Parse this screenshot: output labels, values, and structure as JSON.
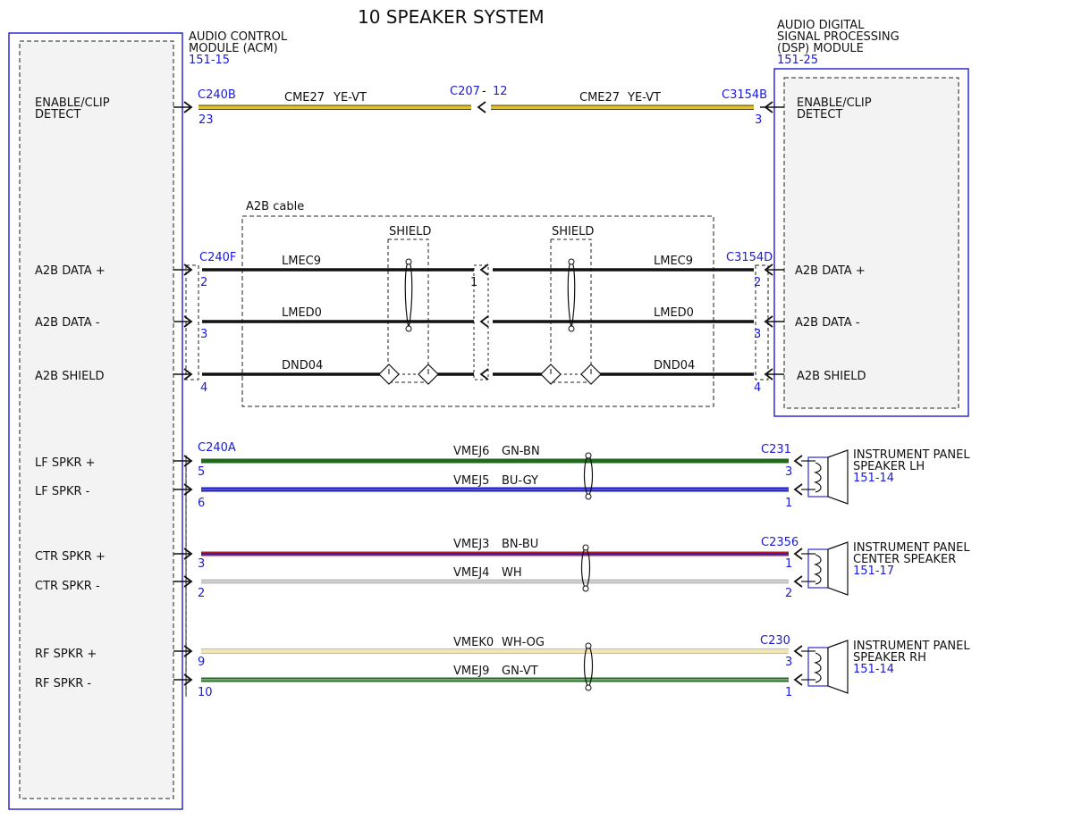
{
  "title": "10 SPEAKER SYSTEM",
  "colors": {
    "module_border": "#2b2bd6",
    "connector_text": "#1a1ad6",
    "yellow": "#e8c21a",
    "green": "#1e6b1e",
    "blue": "#1a1ad6",
    "red": "#b0202a",
    "white": "#cfcfcf",
    "cream": "#f2e6b0",
    "black": "#111111"
  },
  "acm": {
    "name_line1": "AUDIO CONTROL",
    "name_line2": "MODULE (ACM)",
    "ref": "151-15",
    "pins": {
      "enable_line1": "ENABLE/CLIP",
      "enable_line2": "DETECT",
      "a2b_data_plus": "A2B DATA +",
      "a2b_data_minus": "A2B DATA -",
      "a2b_shield": "A2B SHIELD",
      "lf_plus": "LF SPKR +",
      "lf_minus": "LF SPKR -",
      "ctr_plus": "CTR SPKR +",
      "ctr_minus": "CTR SPKR -",
      "rf_plus": "RF SPKR +",
      "rf_minus": "RF SPKR -"
    }
  },
  "dsp": {
    "name_line1": "AUDIO DIGITAL",
    "name_line2": "SIGNAL PROCESSING",
    "name_line3": "(DSP) MODULE",
    "ref": "151-25",
    "pins": {
      "enable_line1": "ENABLE/CLIP",
      "enable_line2": "DETECT",
      "a2b_data_plus": "A2B DATA +",
      "a2b_data_minus": "A2B DATA -",
      "a2b_shield": "A2B SHIELD"
    }
  },
  "connectors": {
    "c240b": "C240B",
    "c207": "C207",
    "c207_dash": "-",
    "c207_pin": "12",
    "c3154b": "C3154B",
    "c240f": "C240F",
    "c3154d": "C3154D",
    "c240a": "C240A",
    "c231": "C231",
    "c2356": "C2356",
    "c230": "C230"
  },
  "pins": {
    "p23": "23",
    "p3a": "3",
    "p2a": "2",
    "p1mid": "1",
    "p2b": "2",
    "p3b": "3",
    "p3c": "3",
    "p4a": "4",
    "p4b": "4",
    "p5": "5",
    "p6": "6",
    "p3d": "3",
    "p1a": "1",
    "p3e": "3",
    "p2c": "2",
    "p1b": "1",
    "p2d": "2",
    "p9": "9",
    "p10": "10",
    "p3f": "3",
    "p1c": "1"
  },
  "circuits": {
    "cme27_left": "CME27",
    "ye_vt_left": "YE-VT",
    "cme27_right": "CME27",
    "ye_vt_right": "YE-VT",
    "lmec9_left": "LMEC9",
    "lmec9_right": "LMEC9",
    "lmed0_left": "LMED0",
    "lmed0_right": "LMED0",
    "dnd04_left": "DND04",
    "dnd04_right": "DND04",
    "vmej6": "VMEJ6",
    "gn_bn": "GN-BN",
    "vmej5": "VMEJ5",
    "bu_gy": "BU-GY",
    "vmej3": "VMEJ3",
    "bn_bu": "BN-BU",
    "vmej4": "VMEJ4",
    "wh": "WH",
    "vmek0": "VMEK0",
    "wh_og": "WH-OG",
    "vmej9": "VMEJ9",
    "gn_vt": "GN-VT"
  },
  "a2b": {
    "cable_label": "A2B cable",
    "shield_left": "SHIELD",
    "shield_right": "SHIELD"
  },
  "speakers": {
    "lh_line1": "INSTRUMENT PANEL",
    "lh_line2": "SPEAKER LH",
    "lh_ref": "151-14",
    "ctr_line1": "INSTRUMENT PANEL",
    "ctr_line2": "CENTER SPEAKER",
    "ctr_ref": "151-17",
    "rh_line1": "INSTRUMENT PANEL",
    "rh_line2": "SPEAKER RH",
    "rh_ref": "151-14"
  }
}
